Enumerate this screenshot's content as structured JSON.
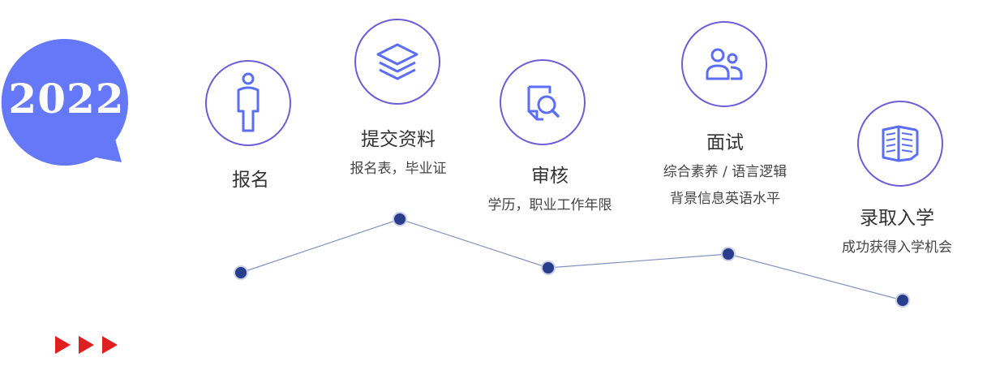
{
  "year": "2022",
  "colors": {
    "badge": "#6478f8",
    "ring": "#6c5ed6",
    "icon": "#5b6ef5",
    "dot": "#283d8c",
    "line": "#8492c0",
    "arrow": "#e02020"
  },
  "steps": [
    {
      "title": "报名",
      "subs": [],
      "icon": "person-icon"
    },
    {
      "title": "提交资料",
      "subs": [
        "报名表，毕业证"
      ],
      "icon": "layers-icon"
    },
    {
      "title": "审核",
      "subs": [
        "学历，职业工作年限"
      ],
      "icon": "document-search-icon"
    },
    {
      "title": "面试",
      "subs": [
        "综合素养 / 语言逻辑",
        "背景信息英语水平"
      ],
      "icon": "people-icon"
    },
    {
      "title": "录取入学",
      "subs": [
        "成功获得入学机会"
      ],
      "icon": "open-book-icon"
    }
  ]
}
